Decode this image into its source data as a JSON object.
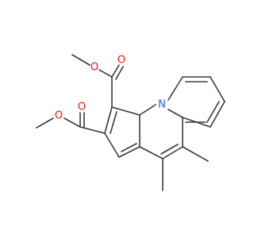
{
  "molecule": {
    "colors": {
      "bond": "#3a3a3a",
      "oxygen": "#ff0d0d",
      "nitrogen": "#3050f8",
      "background": "#ffffff"
    },
    "atoms": [
      {
        "id": "o-ester1-methoxy",
        "label": "O",
        "element": "oxygen"
      },
      {
        "id": "o-ester1-carbonyl",
        "label": "O",
        "element": "oxygen"
      },
      {
        "id": "o-ester2-methoxy",
        "label": "O",
        "element": "oxygen"
      },
      {
        "id": "o-ester2-carbonyl",
        "label": "O",
        "element": "oxygen"
      },
      {
        "id": "n-ring",
        "label": "N",
        "element": "nitrogen"
      }
    ]
  }
}
